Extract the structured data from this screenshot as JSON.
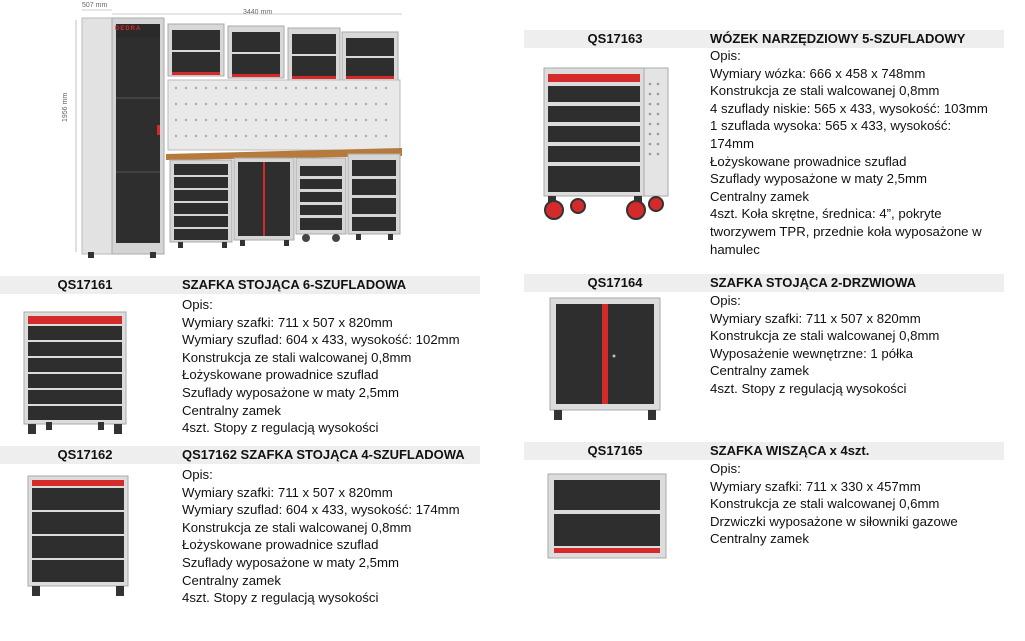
{
  "hero": {
    "dim_width": "3440 mm",
    "dim_depth": "507 mm",
    "dim_height": "1956 mm",
    "brand": "DEDRA"
  },
  "products": [
    {
      "code": "QS17161",
      "title": "SZAFKA STOJĄCA 6-SZUFLADOWA",
      "specs": [
        "Opis:",
        "Wymiary szafki: 711 x 507 x 820mm",
        "Wymiary szuflad: 604 x 433, wysokość: 102mm",
        "Konstrukcja ze stali walcowanej 0,8mm",
        "Łożyskowane prowadnice szuflad",
        "Szuflady wyposażone w maty 2,5mm",
        "Centralny zamek",
        "4szt. Stopy z regulacją wysokości"
      ]
    },
    {
      "code": "QS17162",
      "title": "QS17162 SZAFKA STOJĄCA 4-SZUFLADOWA",
      "specs": [
        "Opis:",
        "Wymiary szafki: 711 x 507 x 820mm",
        "Wymiary szuflad: 604 x 433, wysokość: 174mm",
        "Konstrukcja ze stali walcowanej 0,8mm",
        "Łożyskowane prowadnice szuflad",
        "Szuflady wyposażone w maty 2,5mm",
        "Centralny zamek",
        "4szt. Stopy z regulacją wysokości"
      ]
    },
    {
      "code": "QS17163",
      "title": "WÓZEK NARZĘDZIOWY 5-SZUFLADOWY",
      "specs": [
        "Opis:",
        "Wymiary wózka: 666 x 458 x 748mm",
        "Konstrukcja ze stali walcowanej 0,8mm",
        "4 szuflady niskie: 565 x 433, wysokość: 103mm",
        "1 szuflada wysoka: 565 x 433, wysokość: 174mm",
        "Łożyskowane prowadnice szuflad",
        "Szuflady wyposażone w maty 2,5mm",
        "Centralny zamek",
        "4szt. Koła skrętne, średnica: 4”, pokryte tworzywem TPR, przednie koła wyposażone w hamulec"
      ]
    },
    {
      "code": "QS17164",
      "title": "SZAFKA STOJĄCA 2-DRZWIOWA",
      "specs": [
        "Opis:",
        "Wymiary szafki: 711 x 507 x 820mm",
        "Konstrukcja ze stali walcowanej 0,8mm",
        "Wyposażenie wewnętrzne: 1 półka",
        "Centralny zamek",
        "4szt. Stopy z regulacją wysokości"
      ]
    },
    {
      "code": "QS17165",
      "title": "SZAFKA WISZĄCA x 4szt.",
      "specs": [
        "Opis:",
        "Wymiary szafki: 711 x 330 x 457mm",
        "Konstrukcja ze stali walcowanej 0,6mm",
        "Drzwiczki wyposażone w siłowniki gazowe",
        "Centralny zamek"
      ]
    }
  ],
  "colors": {
    "header_bar": "#eeeeee",
    "accent_red": "#d42a2a",
    "drawer_dark": "#2b2b2b",
    "frame_grey": "#dcdcdc"
  }
}
